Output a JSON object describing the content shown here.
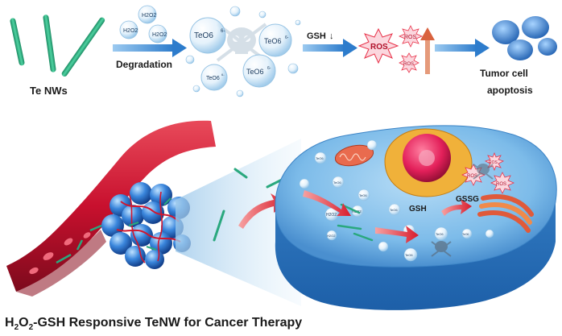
{
  "top_flow": {
    "te_nws_label": "Te NWs",
    "degradation_label": "Degradation",
    "h2o2_labels": [
      "H2O2",
      "H2O2",
      "H2O2"
    ],
    "teo6_labels": [
      "TeO6",
      "TeO6",
      "TeO6",
      "TeO6"
    ],
    "teo6_charge": "6-",
    "gsh_label": "GSH",
    "gsh_arrow": "↓",
    "ros_main": "ROS",
    "ros_small": [
      "ROS",
      "ROS"
    ],
    "outcome_line1": "Tumor cell",
    "outcome_line2": "apoptosis"
  },
  "cell": {
    "gsh_label": "GSH",
    "gssg_label": "GSSG",
    "ros_labels": [
      "ROS",
      "ROS",
      "ROS"
    ],
    "teo6_small": "TeO6",
    "h2o2_small": "H2O2"
  },
  "caption": {
    "prefix": "H",
    "sub1": "2",
    "mid": "O",
    "sub2": "2",
    "rest": "-GSH Responsive TeNW for Cancer Therapy"
  },
  "colors": {
    "nanowire": "#2aa87e",
    "arrow_blue": "#3a8fd6",
    "vessel_red": "#c8102e",
    "tumor_blue": "#2f6fd0",
    "cell_blue": "#6fb2e8",
    "ros_red": "#e8334a",
    "nucleus": "#e3205a"
  }
}
